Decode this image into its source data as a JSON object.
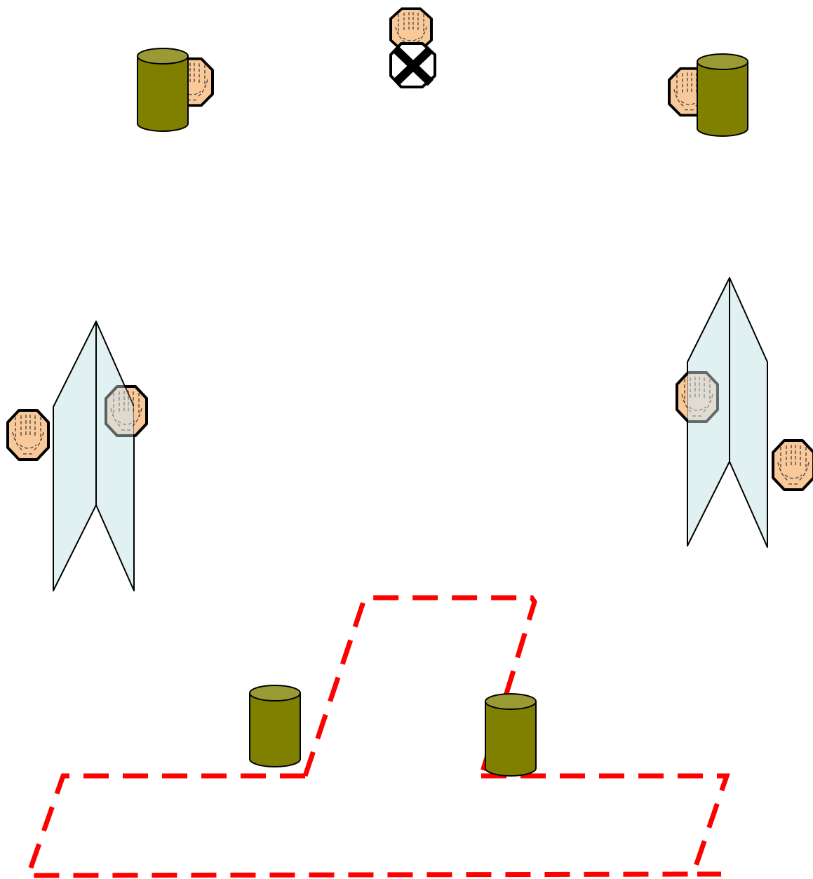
{
  "scene": {
    "background": "#ffffff",
    "elements": [
      {
        "type": "head",
        "name": "head-top-center"
      },
      {
        "type": "crossed-head",
        "name": "crossed-head-top-center"
      },
      {
        "type": "cylinder-with-head",
        "name": "cylinder-top-left",
        "head_side": "right"
      },
      {
        "type": "cylinder-with-head",
        "name": "cylinder-top-right",
        "head_side": "left"
      },
      {
        "type": "mirror-panel",
        "name": "mirror-panel-left",
        "orientation": "point-up"
      },
      {
        "type": "head",
        "name": "head-left-outer"
      },
      {
        "type": "head",
        "name": "head-left-behind-panel",
        "behind_glass": true
      },
      {
        "type": "mirror-panel",
        "name": "mirror-panel-right",
        "orientation": "point-up"
      },
      {
        "type": "head",
        "name": "head-right-behind-panel",
        "behind_glass": true
      },
      {
        "type": "head",
        "name": "head-right-outer"
      },
      {
        "type": "dashed-outline",
        "name": "dashed-region-outline"
      },
      {
        "type": "cylinder",
        "name": "cylinder-bottom-left"
      },
      {
        "type": "cylinder",
        "name": "cylinder-bottom-right"
      }
    ]
  },
  "colors": {
    "head_fill": "#fac999",
    "head_stroke": "#000000",
    "head_detail": "#404040",
    "cylinder_body": "#808000",
    "cylinder_top": "#9a9a35",
    "mirror_fill": "#deeef0",
    "glass_overlay": "#b8c8c8",
    "dashed_outline": "#ff0000",
    "cross": "#000000"
  }
}
